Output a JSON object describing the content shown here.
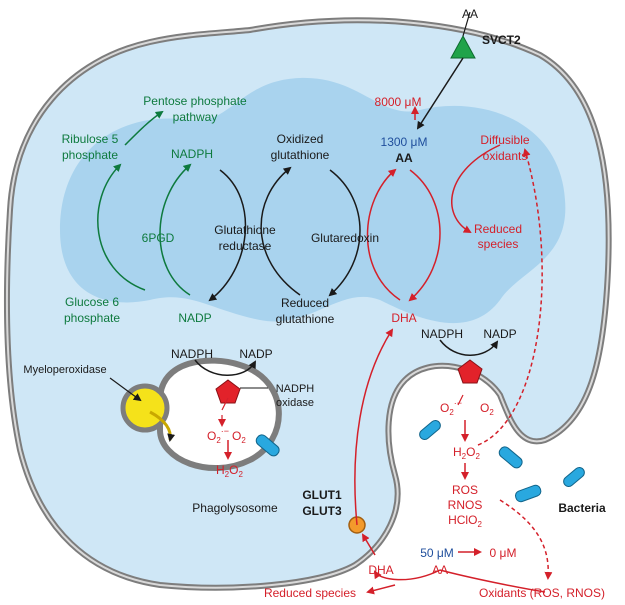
{
  "colors": {
    "cytoplasm": "#cfe7f6",
    "blob": "#a9d3ee",
    "membrane": "#7d7d7d",
    "green": "#0e7a3e",
    "red": "#d4202a",
    "blue": "#1f4e9c",
    "yellow": "#f5e21a",
    "bacteria": "#29a8df",
    "transporter_svct2": "#20a34a",
    "transporter_glut": "#f39a2b",
    "nadph_oxidase": "#e2222a"
  },
  "labels": {
    "aa_top": "AA",
    "svct2": "SVCT2",
    "conc_8000": "8000 μM",
    "conc_1300": "1300 μM",
    "aa_inner": "AA",
    "diffusible_1": "Diffusible",
    "diffusible_2": "oxidants",
    "reduced_species_1": "Reduced",
    "reduced_species_2": "species",
    "dha_inner": "DHA",
    "glutaredoxin": "Glutaredoxin",
    "oxidized_gsh_1": "Oxidized",
    "oxidized_gsh_2": "glutathione",
    "gsh_reductase_1": "Glutathione",
    "gsh_reductase_2": "reductase",
    "reduced_gsh_1": "Reduced",
    "reduced_gsh_2": "glutathione",
    "pentose_1": "Pentose phosphate",
    "pentose_2": "pathway",
    "ribulose_1": "Ribulose 5",
    "ribulose_2": "phosphate",
    "nadph_green": "NADPH",
    "sixpgd": "6PGD",
    "glucose_1": "Glucose 6",
    "glucose_2": "phosphate",
    "nadp_green": "NADP",
    "myeloperoxidase": "Myeloperoxidase",
    "nadph_left": "NADPH",
    "nadp_left": "NADP",
    "nadph_oxidase_1": "NADPH",
    "nadph_oxidase_2": "oxidase",
    "phagolysosome": "Phagolysosome",
    "nadph_right": "NADPH",
    "nadp_right": "NADP",
    "ros": "ROS",
    "rnos": "RNOS",
    "hclo": "HClO",
    "hclo_sub": "2",
    "bacteria": "Bacteria",
    "glut1": "GLUT1",
    "glut3": "GLUT3",
    "conc_50": "50 μM",
    "conc_0": "0 μM",
    "dha_outer": "DHA",
    "aa_outer": "AA",
    "reduced_species_outer": "Reduced species",
    "oxidants_outer": "Oxidants (ROS, RNOS)",
    "o2_radical_sup": "·−",
    "o2": "O",
    "o2_sub": "2",
    "h2o2_h": "H",
    "h2o2_o": "O",
    "h2o2_sub": "2"
  }
}
